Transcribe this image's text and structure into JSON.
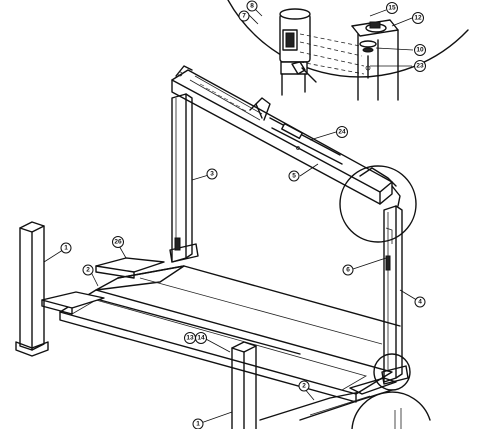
{
  "figure": {
    "callouts": [
      {
        "id": "c1a",
        "label": "1"
      },
      {
        "id": "c1b",
        "label": "1"
      },
      {
        "id": "c2a",
        "label": "2"
      },
      {
        "id": "c2b",
        "label": "2"
      },
      {
        "id": "c3",
        "label": "3"
      },
      {
        "id": "c4",
        "label": "4"
      },
      {
        "id": "c5",
        "label": "5"
      },
      {
        "id": "c6",
        "label": "6"
      },
      {
        "id": "c7",
        "label": "7"
      },
      {
        "id": "c8",
        "label": "8"
      },
      {
        "id": "c10",
        "label": "10"
      },
      {
        "id": "c12",
        "label": "12"
      },
      {
        "id": "c13",
        "label": "13"
      },
      {
        "id": "c14",
        "label": "14"
      },
      {
        "id": "c15",
        "label": "15"
      },
      {
        "id": "c23",
        "label": "23"
      },
      {
        "id": "c24",
        "label": "24"
      },
      {
        "id": "c26",
        "label": "26"
      }
    ]
  }
}
